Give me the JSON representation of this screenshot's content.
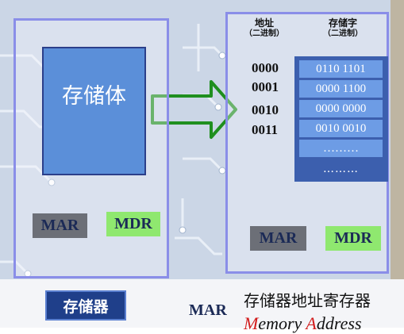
{
  "colors": {
    "accent_blue": "#5b8fd9",
    "panel_border": "#8a8ee8",
    "arrow_green": "#1f8f1f",
    "mdr_green": "#8fe86f",
    "mar_gray": "#6c6f77",
    "dark_blue": "#1f3f8a"
  },
  "left": {
    "storage_label": "存储体",
    "mar": "MAR",
    "mdr": "MDR"
  },
  "right": {
    "addr_head": [
      "地址",
      "（二进制）"
    ],
    "word_head": [
      "存储字",
      "（二进制）"
    ],
    "addresses": [
      "0000",
      "0001",
      "0010",
      "0011"
    ],
    "words": [
      "0110 1101",
      "0000 1100",
      "0000 0000",
      "0010 0010",
      "………"
    ],
    "last_dots": "………",
    "mar": "MAR",
    "mdr": "MDR"
  },
  "footer": {
    "storage_button": "存储器",
    "mar_label": "MAR",
    "mar_cn": "存储器地址寄存器",
    "mar_en_first": "M",
    "mar_en_mid": "emory ",
    "mar_en_second": "A",
    "mar_en_tail": "ddress"
  }
}
